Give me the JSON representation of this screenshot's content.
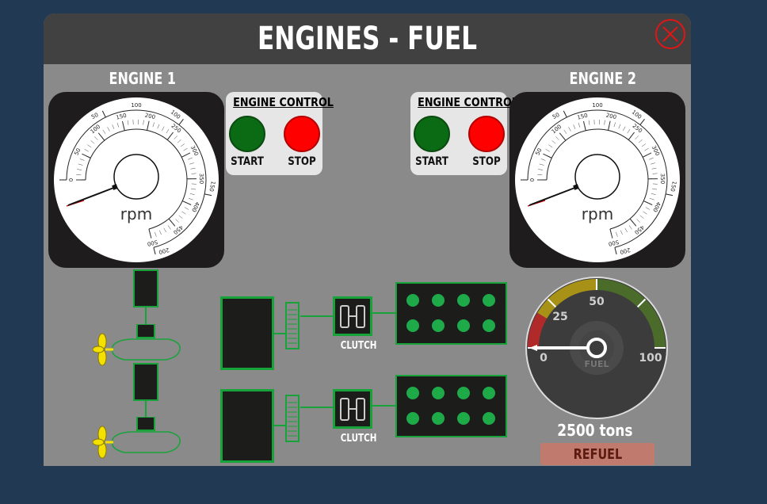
{
  "window": {
    "title": "ENGINES - FUEL"
  },
  "engine1": {
    "label": "ENGINE 1",
    "tachometer": {
      "unit": "rpm",
      "ticks": [
        "0",
        "50",
        "100",
        "150",
        "200",
        "250",
        "300",
        "350",
        "400",
        "450",
        "500"
      ],
      "outer_ticks": [
        "50",
        "100",
        "150",
        "200"
      ],
      "inner_top": "100",
      "needle_rpm": 0
    },
    "control": {
      "title": "ENGINE CONTROL",
      "start_label": "START",
      "stop_label": "STOP"
    }
  },
  "engine2": {
    "label": "ENGINE 2",
    "tachometer": {
      "unit": "rpm",
      "ticks": [
        "0",
        "50",
        "100",
        "150",
        "200",
        "250",
        "300",
        "350",
        "400",
        "450",
        "500"
      ],
      "outer_ticks": [
        "50",
        "100",
        "150",
        "200"
      ],
      "inner_top": "100",
      "needle_rpm": 0
    },
    "control": {
      "title": "ENGINE CONTROL",
      "start_label": "START",
      "stop_label": "STOP"
    }
  },
  "drivetrain": {
    "clutch1_label": "CLUTCH",
    "clutch2_label": "CLUTCH"
  },
  "fuel": {
    "gauge_label": "FUEL",
    "ticks": [
      "0",
      "25",
      "50",
      "100"
    ],
    "level_percent": 0,
    "amount_text": "2500 tons",
    "refuel_label": "REFUEL"
  },
  "colors": {
    "background": "#213953",
    "panel": "#8a8a8a",
    "titlebar": "#414141",
    "start": "#0a6b14",
    "stop": "#ff0000",
    "indicator": "#1faa4a",
    "outline": "#17a33a",
    "refuel": "#c17b6e"
  }
}
